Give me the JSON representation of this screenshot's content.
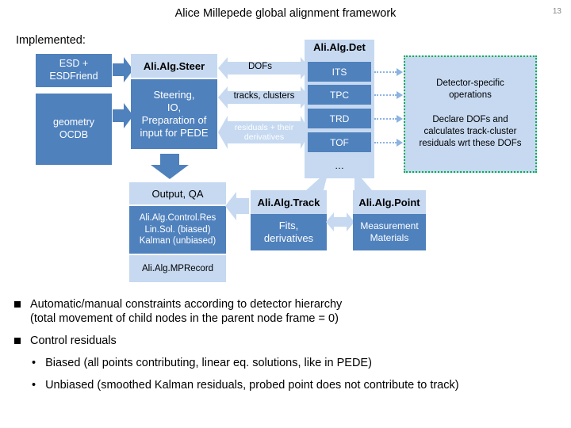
{
  "title": "Alice Millepede  global alignment framework",
  "page_number": "13",
  "implemented_label": "Implemented:",
  "left_boxes": {
    "esd": "ESD +\nESDFriend",
    "geometry": "geometry\nOCDB"
  },
  "steer": {
    "header": "Ali.Alg.Steer",
    "body": "Steering,\nIO,\nPreparation of\ninput for PEDE"
  },
  "flow_labels": {
    "dofs": "DOFs",
    "tracks": "tracks, clusters",
    "residuals": "residuals + their\nderivatives"
  },
  "aligdet": {
    "header": "Ali.Alg.Det",
    "detectors": [
      "ITS",
      "TPC",
      "TRD",
      "TOF"
    ],
    "ellipsis": "…"
  },
  "detector_specific": {
    "line1": "Detector-specific\noperations",
    "line2": "Declare  DOFs and\ncalculates track-cluster\nresiduals wrt these DOFs"
  },
  "output": {
    "header": "Output, QA",
    "body": "Ali.Alg.Control.Res\nLin.Sol. (biased)\nKalman (unbiased)",
    "record": "Ali.Alg.MPRecord"
  },
  "track": {
    "header": "Ali.Alg.Track",
    "body": "Fits,\nderivatives"
  },
  "point": {
    "header": "Ali.Alg.Point",
    "body": "Measurement\nMaterials"
  },
  "bullets": {
    "b1": "Automatic/manual constraints according to detector hierarchy",
    "b1_cont": "(total movement of child nodes in the parent node frame = 0)",
    "b2": "Control residuals",
    "sub1": "Biased (all points contributing, linear eq. solutions, like in PEDE)",
    "sub2": "Unbiased (smoothed Kalman residuals, probed point does not contribute to track)"
  },
  "colors": {
    "box_blue": "#4f81bd",
    "header_light": "#c6d9f1",
    "dotted_green": "#00b050",
    "arrow_light": "#8db3e2"
  }
}
